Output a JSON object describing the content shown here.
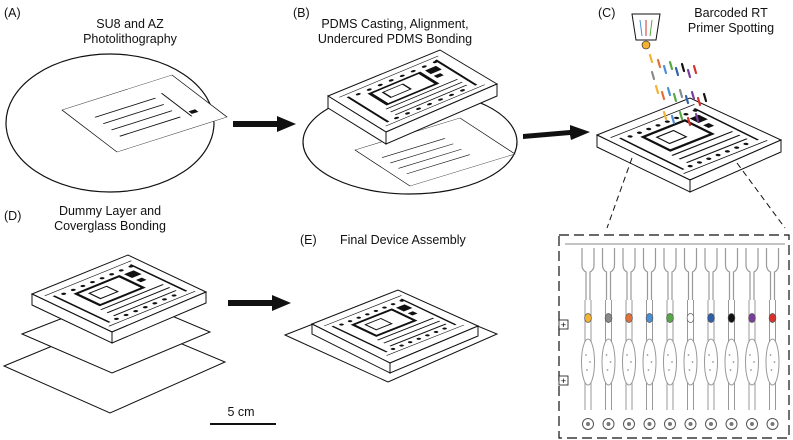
{
  "panels": [
    {
      "id": "A",
      "letter": "(A)",
      "title_lines": [
        "SU8 and AZ",
        "Photolithography"
      ]
    },
    {
      "id": "B",
      "letter": "(B)",
      "title_lines": [
        "PDMS Casting, Alignment,",
        "Undercured PDMS Bonding"
      ]
    },
    {
      "id": "C",
      "letter": "(C)",
      "title_lines": [
        "Barcoded RT",
        "Primer Spotting"
      ]
    },
    {
      "id": "D",
      "letter": "(D)",
      "title_lines": [
        "Dummy Layer and",
        "Coverglass Bonding"
      ]
    },
    {
      "id": "E",
      "letter": "(E)",
      "title_lines": [
        "Final Device Assembly"
      ]
    }
  ],
  "scale_bar": {
    "label": "5 cm"
  },
  "colors": {
    "ink": "#111111",
    "tip": "#f2b233",
    "droplets": [
      "#f2b233",
      "#8a8a8a",
      "#e0703a",
      "#4b8fd6",
      "#55a845",
      "#ffffff",
      "#2f5fa8",
      "#111111",
      "#7a3e9a",
      "#d6312b"
    ]
  },
  "icons": {
    "pipette": "pipette-tip-icon",
    "arrow": "process-arrow-icon"
  }
}
